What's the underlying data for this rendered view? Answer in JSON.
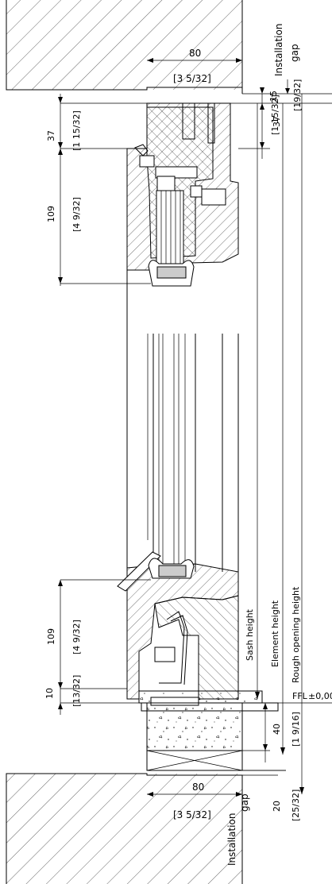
{
  "dimensions": {
    "top_width_mm": "80",
    "top_width_in": "[3 5/32]",
    "top_gap_mm": "15",
    "top_gap_in": "[19/32]",
    "head_left_mm": "37",
    "head_left_in": "[1 15/32]",
    "head_right_mm": "37",
    "head_right_in": "[1 15/32]",
    "head_glass_mm": "109",
    "head_glass_in": "[4 9/32]",
    "sill_glass_mm": "109",
    "sill_glass_in": "[4 9/32]",
    "sill_small_mm": "10",
    "sill_small_in": "[13/32]",
    "sill_depth_mm": "40",
    "sill_depth_in": "[1 9/16]",
    "bottom_gap_mm": "20",
    "bottom_gap_in": "[25/32]",
    "bottom_width_mm": "80",
    "bottom_width_in": "[3 5/32]"
  },
  "labels": {
    "installation_gap_top_1": "Installation",
    "installation_gap_top_2": "gap",
    "installation_gap_bottom_1": "Installation",
    "installation_gap_bottom_2": "gap",
    "sash_height": "Sash height",
    "element_height": "Element height",
    "rough_opening_height": "Rough opening height",
    "ffl": "FFL",
    "ffl_level": "±0,00"
  }
}
